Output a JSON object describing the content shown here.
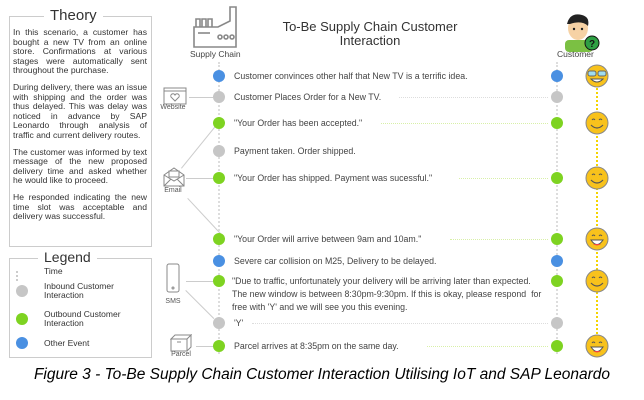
{
  "theory": {
    "title": "Theory",
    "paragraphs": [
      "In this scenario, a customer has bought a new TV from an online store. Confirmations at various stages were automatically sent throughout the purchase.",
      "During delivery, there was an issue with shipping and the order was thus delayed. This was delay was noticed in advance by SAP Leonardo through analysis of traffic and current delivery routes.",
      "The customer was informed by text message of the new proposed delivery time and asked whether he would like to proceed.",
      "He responded indicating the new time slot was acceptable and delivery was successful."
    ]
  },
  "legend": {
    "title": "Legend",
    "items": [
      {
        "label": "Time",
        "kind": "line"
      },
      {
        "label": "Inbound Customer Interaction",
        "kind": "grey",
        "color": "#c6c6c6"
      },
      {
        "label": "Outbound Customer Interaction",
        "kind": "green",
        "color": "#7ed321"
      },
      {
        "label": "Other Event",
        "kind": "blue",
        "color": "#4a90e2"
      }
    ]
  },
  "diagram": {
    "title": "To-Be Supply Chain Customer Interaction",
    "supply_chain_label": "Supply Chain",
    "customer_label": "Customer",
    "channels": {
      "website": "Website",
      "email": "Email",
      "sms": "SMS",
      "parcel": "Parcel"
    },
    "events": [
      {
        "text": "Customer convinces other half that New TV is a terrific idea.",
        "type": "blue",
        "face": "cool"
      },
      {
        "text": "Customer Places Order for a New TV.",
        "type": "grey"
      },
      {
        "text": "\"Your Order has been accepted.\"",
        "type": "green",
        "face": "smile"
      },
      {
        "text": "Payment taken. Order shipped.",
        "type": "grey"
      },
      {
        "text": "\"Your Order has shipped. Payment was sucessful.\"",
        "type": "green",
        "face": "smile"
      },
      {
        "text": "\"Your Order will arrive between 9am and 10am.\"",
        "type": "green",
        "face": "grin"
      },
      {
        "text": "Severe car collision on M25, Delivery to be delayed.",
        "type": "blue"
      },
      {
        "text": "\"Due to traffic, unfortunately your delivery will be arriving later than expected.\nThe new window is between 8:30pm-9:30pm. If this is okay, please respond  for\nfree with 'Y' and we will see you this evening.",
        "type": "green",
        "face": "smile"
      },
      {
        "text": "'Y'",
        "type": "grey"
      },
      {
        "text": "Parcel arrives at 8:35pm on the same day.",
        "type": "green",
        "face": "grin"
      }
    ]
  },
  "caption": "Figure 3 - To-Be Supply Chain Customer Interaction Utilising IoT and SAP Leonardo"
}
